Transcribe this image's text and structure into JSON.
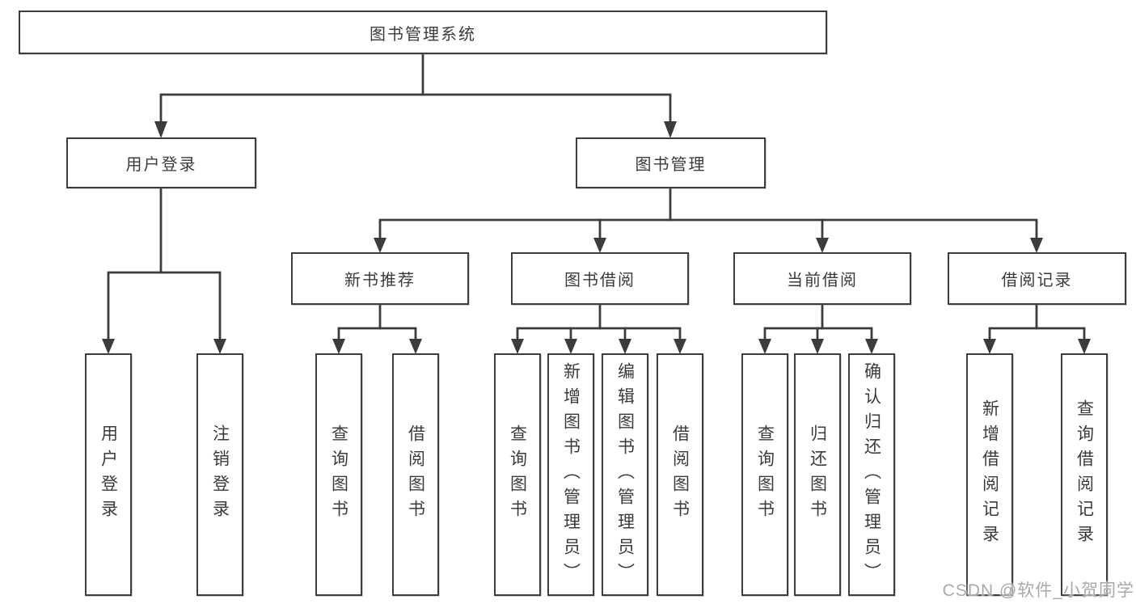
{
  "diagram": {
    "root": {
      "label": "图书管理系统"
    },
    "branches": [
      {
        "label": "用户登录",
        "children": [
          {
            "label": "用户登录"
          },
          {
            "label": "注销登录"
          }
        ]
      },
      {
        "label": "图书管理",
        "groups": [
          {
            "label": "新书推荐",
            "children": [
              {
                "label": "查询图书"
              },
              {
                "label": "借阅图书"
              }
            ]
          },
          {
            "label": "图书借阅",
            "children": [
              {
                "label": "查询图书"
              },
              {
                "label": "新增图书（管理员）"
              },
              {
                "label": "编辑图书（管理员）"
              },
              {
                "label": "借阅图书"
              }
            ]
          },
          {
            "label": "当前借阅",
            "children": [
              {
                "label": "查询图书"
              },
              {
                "label": "归还图书"
              },
              {
                "label": "确认归还（管理员）"
              }
            ]
          },
          {
            "label": "借阅记录",
            "children": [
              {
                "label": "新增借阅记录"
              },
              {
                "label": "查询借阅记录"
              }
            ]
          }
        ]
      }
    ]
  },
  "watermark": "CSDN @软件_小贺同学",
  "colors": {
    "line": "#3c3c3c",
    "text": "#3b3b3d",
    "watermark": "#a9a9a9",
    "background": "#ffffff"
  }
}
